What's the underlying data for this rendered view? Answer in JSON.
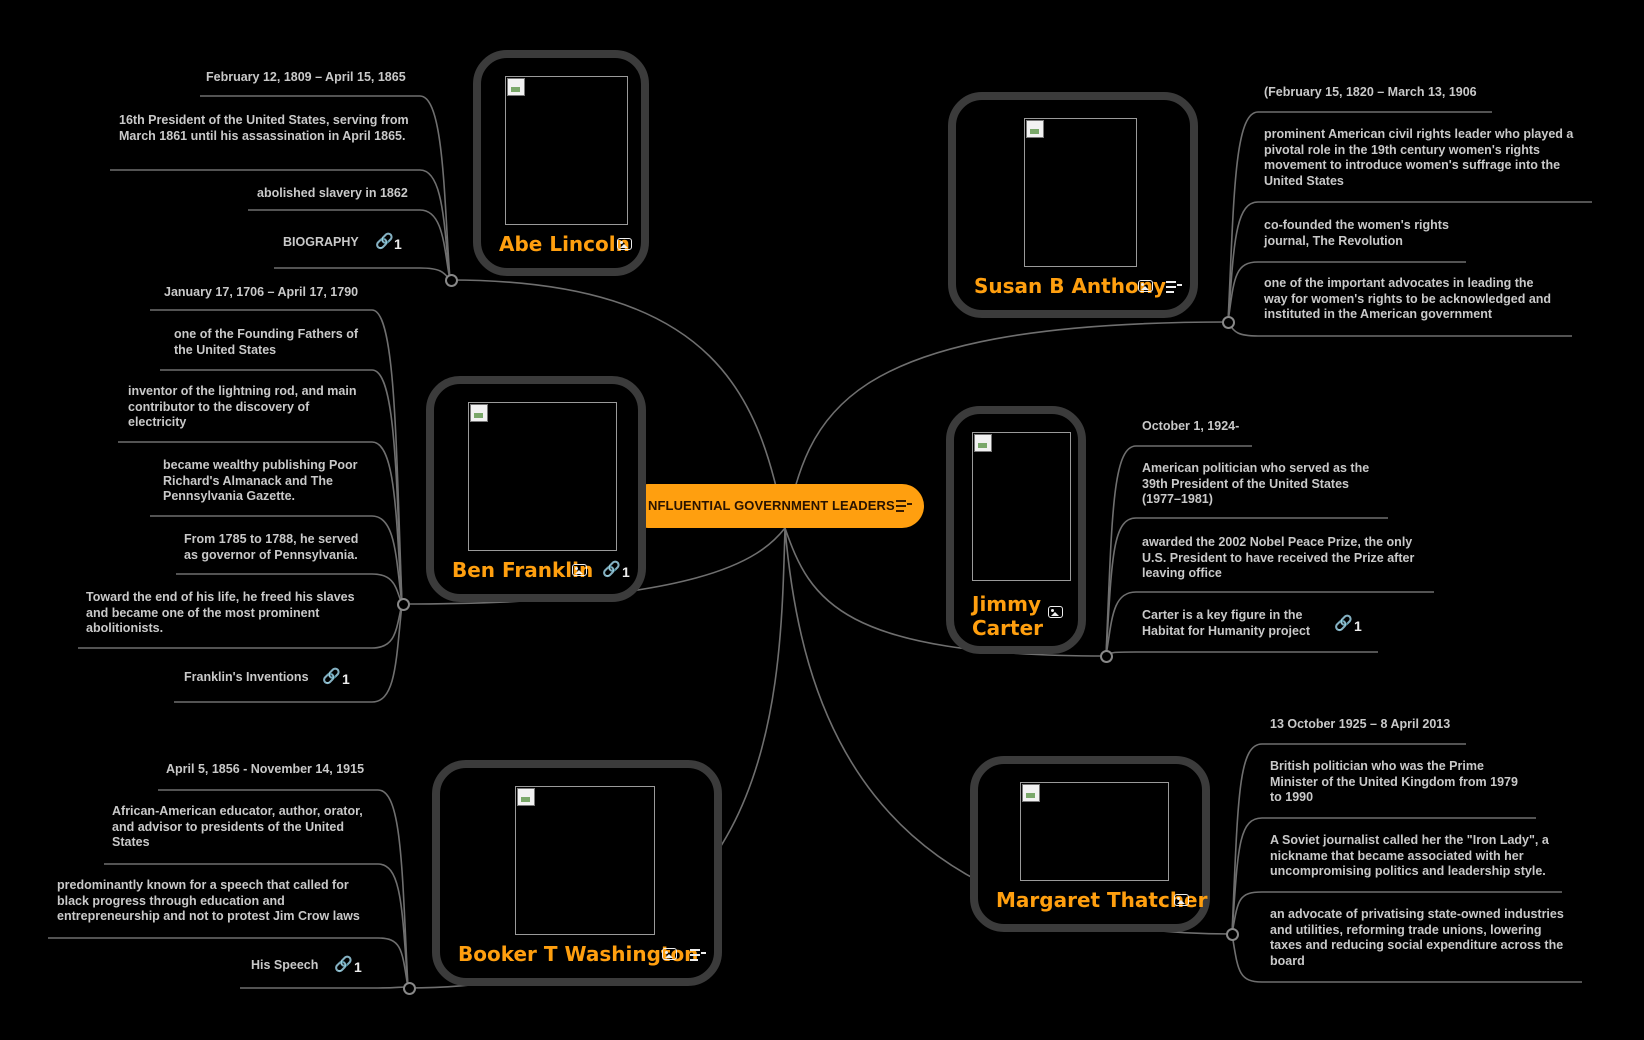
{
  "map": {
    "central_title": "INFLUENTIAL GOVERNMENT LEADERS",
    "central_title_visible": "NFLUENTIAL GOVERNMENT LEADERS",
    "accent_color": "#ff9f0f",
    "background_color": "#000000",
    "card_border_color": "#3b3b3b"
  },
  "topics": {
    "lincoln": {
      "title": "Abe Lincoln",
      "details": [
        "February 12, 1809 – April 15, 1865",
        "16th President of the United States, serving from March 1861 until his assassination in April 1865.",
        "abolished slavery in 1862",
        "BIOGRAPHY"
      ],
      "link_count": "1"
    },
    "franklin": {
      "title": "Ben Franklin",
      "link_count": "1",
      "details": [
        "January 17, 1706 – April 17, 1790",
        "one of the Founding Fathers of the United States",
        "inventor of the lightning rod, and main contributor to the discovery of electricity",
        "became wealthy publishing Poor Richard's Almanack and The Pennsylvania Gazette.",
        "From 1785 to 1788, he served as governor of Pennsylvania.",
        "Toward the end of his life, he freed his slaves and became one of the most prominent abolitionists.",
        "Franklin's Inventions"
      ],
      "inventions_link_count": "1"
    },
    "washington": {
      "title": "Booker T  Washington",
      "details": [
        "April 5, 1856 - November 14, 1915",
        "African-American educator, author, orator, and advisor to presidents of the United States",
        "predominantly known for a speech that  called for black progress through education and entrepreneurship and not to protest Jim Crow laws",
        "His Speech"
      ],
      "link_count": "1"
    },
    "anthony": {
      "title": "Susan B Anthony",
      "details": [
        "(February 15, 1820 – March 13, 1906",
        "prominent American civil rights leader who played a pivotal role in the 19th century women's rights movement to introduce women's suffrage into the United States",
        "co-founded the women's rights journal, The Revolution",
        "one of the important advocates in leading the way for women's rights to be acknowledged and instituted in the American government"
      ]
    },
    "carter": {
      "title": "Jimmy Carter",
      "title_line1": "Jimmy",
      "title_line2": "Carter",
      "details": [
        "October 1, 1924-",
        "American politician who served as the 39th President of the United States (1977–1981)",
        "awarded the 2002 Nobel Peace Prize, the only U.S. President to have received the Prize after leaving office",
        "Carter is a key figure in the Habitat for Humanity project"
      ],
      "link_count": "1"
    },
    "thatcher": {
      "title": "Margaret Thatcher",
      "details": [
        "13 October 1925 – 8 April 2013",
        "British politician who was the Prime Minister of the United Kingdom from 1979 to 1990",
        "A Soviet journalist called her the \"Iron Lady\", a nickname that became associated with her uncompromising politics and leadership style.",
        "an advocate of privatising state-owned industries and utilities, reforming trade unions, lowering taxes and reducing social expenditure across the board"
      ]
    }
  },
  "icons": [
    "image-icon",
    "note-icon",
    "link-icon"
  ]
}
